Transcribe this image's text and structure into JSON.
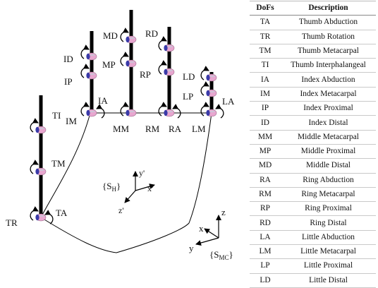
{
  "table": {
    "headers": [
      "DoFs",
      "Description"
    ],
    "rows": [
      [
        "TA",
        "Thumb Abduction"
      ],
      [
        "TR",
        "Thumb Rotation"
      ],
      [
        "TM",
        "Thumb Metacarpal"
      ],
      [
        "TI",
        "Thumb Interphalangeal"
      ],
      [
        "IA",
        "Index Abduction"
      ],
      [
        "IM",
        "Index Metacarpal"
      ],
      [
        "IP",
        "Index Proximal"
      ],
      [
        "ID",
        "Index Distal"
      ],
      [
        "MM",
        "Middle Metacarpal"
      ],
      [
        "MP",
        "Middle Proximal"
      ],
      [
        "MD",
        "Middle Distal"
      ],
      [
        "RA",
        "Ring Abduction"
      ],
      [
        "RM",
        "Ring Metacarpal"
      ],
      [
        "RP",
        "Ring Proximal"
      ],
      [
        "RD",
        "Ring Distal"
      ],
      [
        "LA",
        "Little Abduction"
      ],
      [
        "LM",
        "Little Metacarpal"
      ],
      [
        "LP",
        "Little Proximal"
      ],
      [
        "LD",
        "Little Distal"
      ]
    ]
  },
  "diagram": {
    "joint_labels": {
      "MD": "MD",
      "RD": "RD",
      "ID": "ID",
      "MP": "MP",
      "RP": "RP",
      "IP": "IP",
      "LD": "LD",
      "LP": "LP",
      "TI": "TI",
      "IM": "IM",
      "IA": "IA",
      "LA": "LA",
      "MM": "MM",
      "RM": "RM",
      "RA": "RA",
      "LM": "LM",
      "TM": "TM",
      "TR": "TR",
      "TA": "TA"
    },
    "hand_frame": {
      "label_main": "{S",
      "label_sub": "H",
      "label_end": "}",
      "axis_x": "x'",
      "axis_y": "y'",
      "axis_z": "z'"
    },
    "mc_frame": {
      "label_main": "{S",
      "label_sub": "MC",
      "label_end": "}",
      "axis_x": "x",
      "axis_y": "y",
      "axis_z": "z"
    },
    "colors": {
      "link": "#000000",
      "joint_pink": "#e8a6cf",
      "joint_blue": "#3a3aa8",
      "joint_gray": "#c8c8d8"
    }
  }
}
